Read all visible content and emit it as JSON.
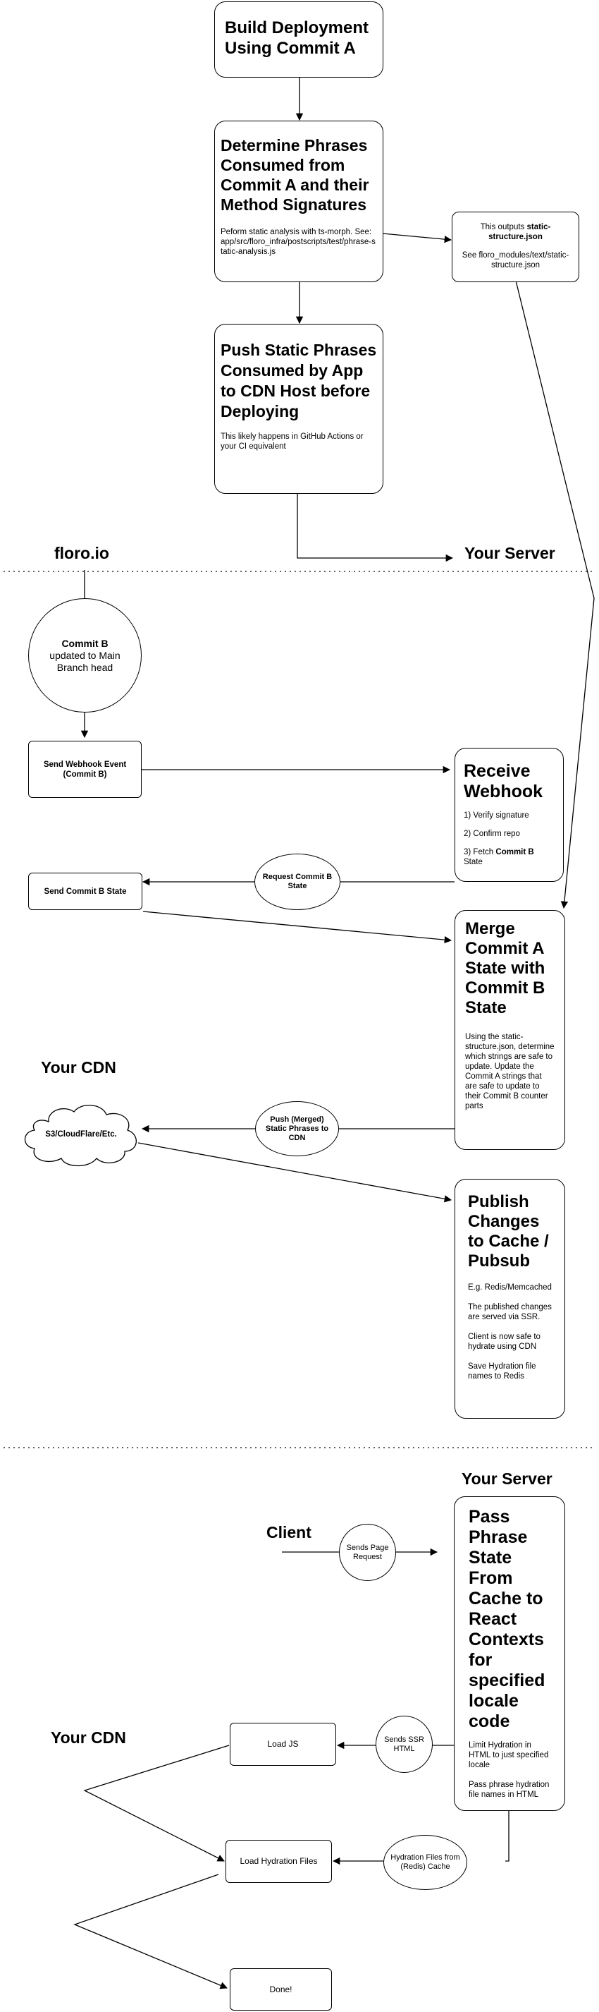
{
  "section1": {
    "build": {
      "title": "Build Deployment Using Commit A"
    },
    "determine": {
      "title": "Determine Phrases Consumed from Commit A and their Method Signatures",
      "body": "Peform static analysis with ts-morph. See: app/src/floro_infra/postscripts/test/phrase-static-analysis.js"
    },
    "outputs": {
      "prefix": "This outputs ",
      "bold": "static-structure.json",
      "see": "See floro_modules/text/static-structure.json"
    },
    "push": {
      "title": "Push Static Phrases Consumed by App to CDN Host before Deploying",
      "body": "This likely happens in GitHub Actions or your CI equivalent"
    }
  },
  "labels": {
    "floro": "floro.io",
    "your_server_1": "Your Server",
    "your_cdn_1": "Your CDN",
    "client": "Client",
    "your_server_2": "Your Server",
    "your_cdn_2": "Your CDN"
  },
  "section2": {
    "commit_b": {
      "bold": "Commit B",
      "rest": "updated to Main Branch head"
    },
    "send_webhook": "Send Webhook Event (Commit B)",
    "receive_webhook": {
      "title": "Receive Webhook",
      "step1": "1) Verify signature",
      "step2": "2) Confirm repo",
      "step3_prefix": "3) Fetch ",
      "step3_bold": "Commit B",
      "step3_suffix": " State"
    },
    "request_state": "Request Commit B State",
    "send_commit_state": "Send Commit B State",
    "merge": {
      "title": "Merge Commit A State with Commit B State",
      "body": "Using the static-structure.json, determine which strings are safe to update. Update the Commit A strings that are safe to update to their Commit B counter parts"
    },
    "cdn_cloud": "S3/CloudFlare/Etc.",
    "push_merged": "Push (Merged) Static Phrases to CDN",
    "publish": {
      "title": "Publish Changes to Cache / Pubsub",
      "p1": "E.g. Redis/Memcached",
      "p2": "The published changes are served via SSR.",
      "p3": "Client is now safe to hydrate using CDN",
      "p4": "Save Hydration file names to Redis"
    }
  },
  "section3": {
    "sends_request": "Sends Page Request",
    "pass_state": {
      "title": "Pass Phrase State From Cache to React Contexts for specified locale code",
      "p1": "Limit Hydration in HTML to just specified locale",
      "p2": "Pass phrase hydration file names in HTML"
    },
    "sends_ssr": "Sends SSR HTML",
    "load_js": "Load JS",
    "hydration_files": "Hydration Files from (Redis) Cache",
    "load_hydration": "Load Hydration Files",
    "done": "Done!"
  }
}
